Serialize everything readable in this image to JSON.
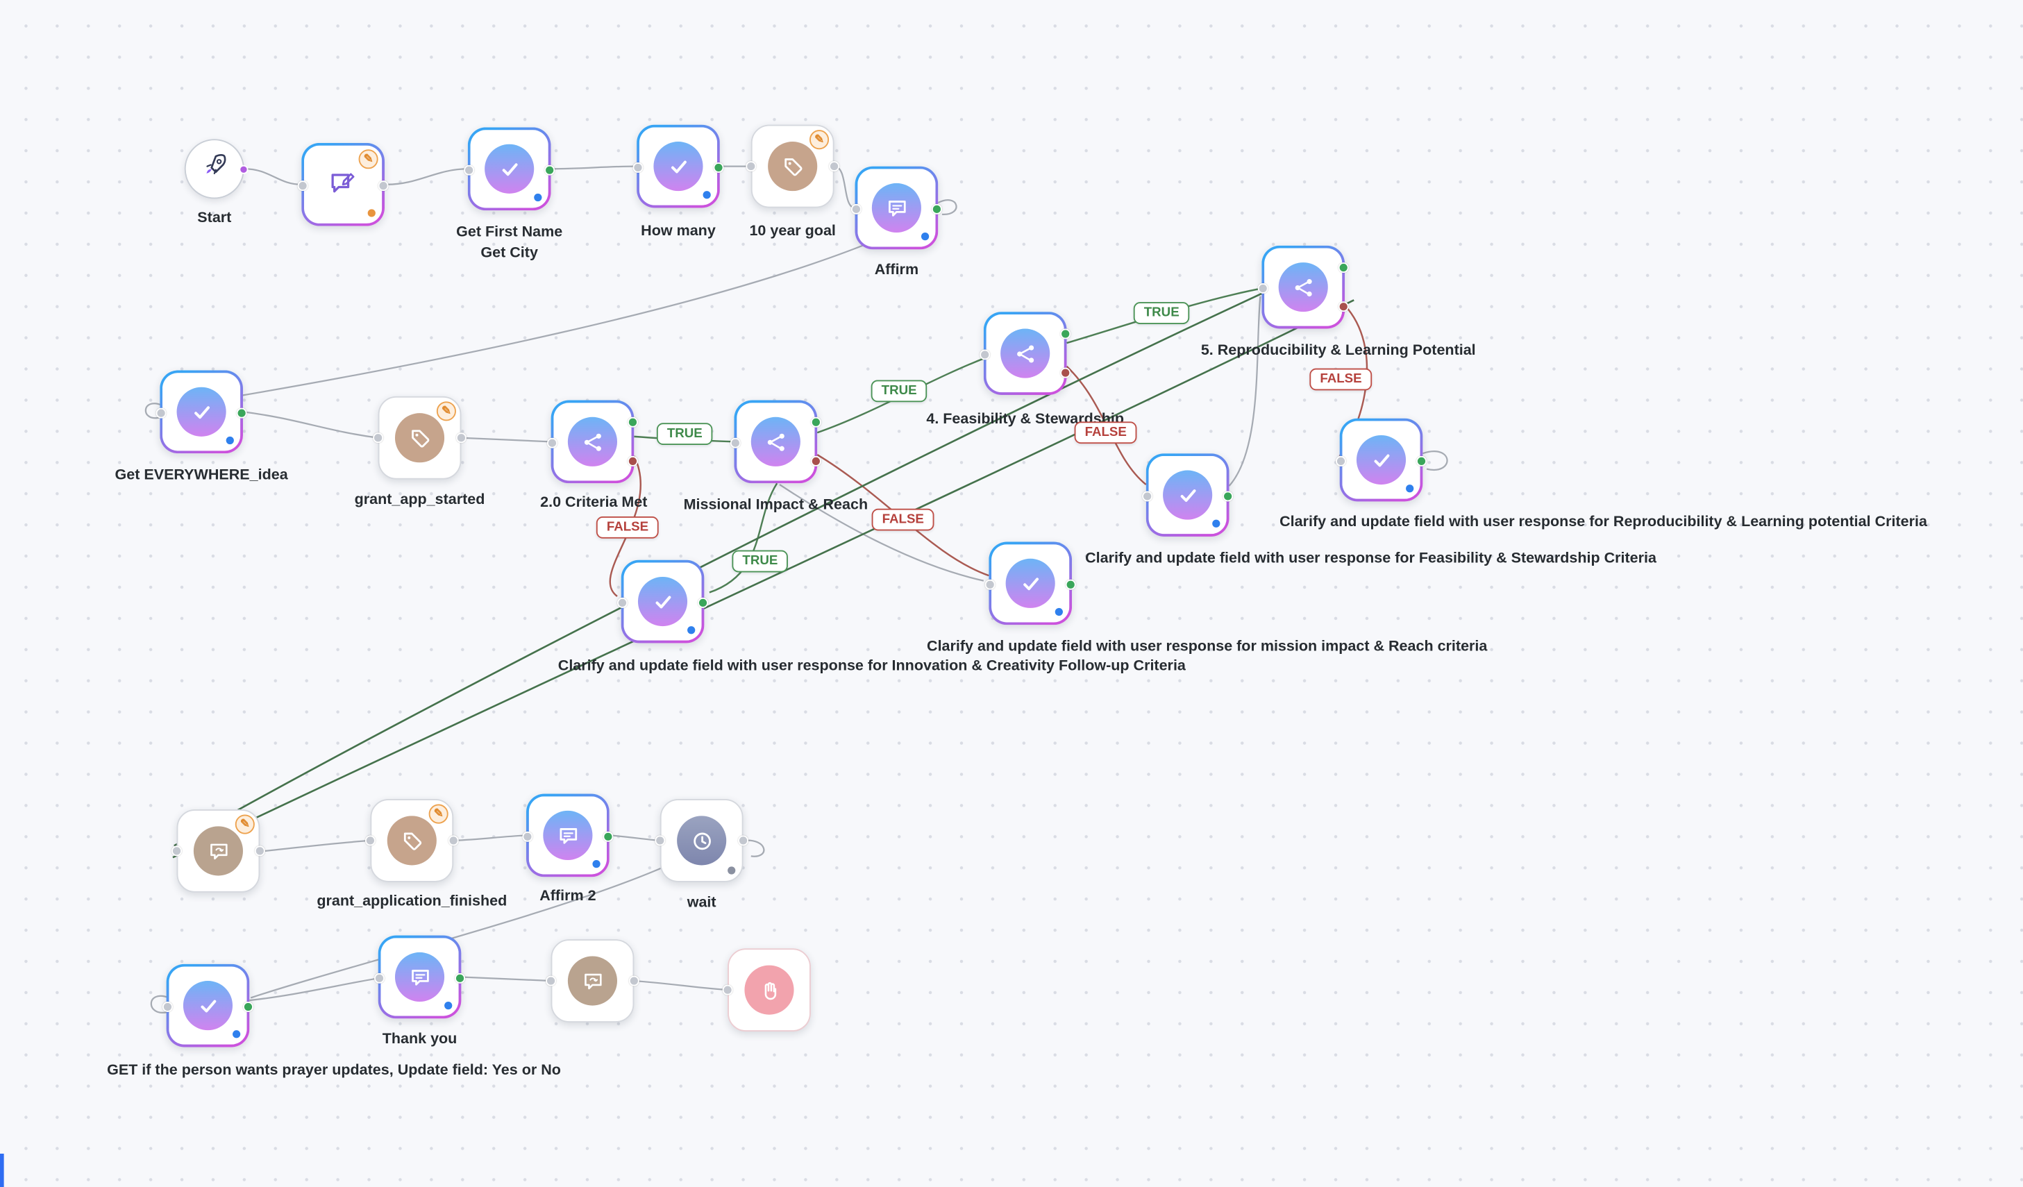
{
  "app": {
    "name": "workflow-builder-canvas"
  },
  "canvas": {
    "background": "#f7f8fb",
    "dot_color": "#d9dce4"
  },
  "colors": {
    "true_branch": "#3f8a4a",
    "false_branch": "#b5413c",
    "edge_gray": "#a6abb3",
    "node_border_blue": "#38a4f4",
    "node_border_purple": "#cb52dd",
    "icon_gradient_top": "#6db4f6",
    "icon_gradient_bottom": "#d083ef",
    "tan_icon": "#c6a48c",
    "badge_orange": "#eda24e",
    "status_dot_blue": "#2f80ed",
    "stop_pink": "#f2a3ad"
  },
  "nodes": [
    {
      "id": "start",
      "icon": "rocket-icon",
      "label": "Start"
    },
    {
      "id": "message-capture",
      "icon": "chat-compose-icon",
      "label": ""
    },
    {
      "id": "get-first-name-city",
      "icon": "check-icon",
      "label": "Get First Name\nGet City"
    },
    {
      "id": "how-many",
      "icon": "check-icon",
      "label": "How many"
    },
    {
      "id": "ten-year-goal",
      "icon": "tag-icon",
      "label": "10 year goal"
    },
    {
      "id": "affirm",
      "icon": "message-icon",
      "label": "Affirm"
    },
    {
      "id": "get-everywhere-idea",
      "icon": "check-icon",
      "label": "Get EVERYWHERE_idea"
    },
    {
      "id": "grant-app-started",
      "icon": "tag-icon",
      "label": "grant_app_started"
    },
    {
      "id": "criteria-met",
      "icon": "condition-icon",
      "label": "2.0 Criteria Met"
    },
    {
      "id": "missional-impact-reach",
      "icon": "condition-icon",
      "label": "Missional Impact & Reach"
    },
    {
      "id": "feasibility-stewardship",
      "icon": "condition-icon",
      "label": "4. Feasibility & Stewardship"
    },
    {
      "id": "reproducibility-learning",
      "icon": "condition-icon",
      "label": "5. Reproducibility & Learning Potential"
    },
    {
      "id": "clarify-feasibility",
      "icon": "check-icon",
      "label": "Clarify and update field with user response for Feasibility & Stewardship Criteria"
    },
    {
      "id": "clarify-reproducibility",
      "icon": "check-icon",
      "label": "Clarify and update field with user response for Reproducibility & Learning potential Criteria"
    },
    {
      "id": "clarify-innovation",
      "icon": "check-icon",
      "label": "Clarify and update field with user response for Innovation & Creativity Follow-up Criteria"
    },
    {
      "id": "clarify-mission-impact",
      "icon": "check-icon",
      "label": "Clarify and update field with user response for mission impact & Reach criteria"
    },
    {
      "id": "message-capture-2",
      "icon": "chat-refresh-icon",
      "label": ""
    },
    {
      "id": "grant-application-finished",
      "icon": "tag-icon",
      "label": "grant_application_finished"
    },
    {
      "id": "affirm-2",
      "icon": "message-icon",
      "label": "Affirm 2"
    },
    {
      "id": "wait",
      "icon": "clock-icon",
      "label": "wait"
    },
    {
      "id": "get-prayer-updates",
      "icon": "check-icon",
      "label": "GET if the person wants prayer updates, Update field: Yes or No"
    },
    {
      "id": "thank-you",
      "icon": "message-icon",
      "label": "Thank you"
    },
    {
      "id": "message-tan",
      "icon": "chat-refresh-icon",
      "label": ""
    },
    {
      "id": "stop",
      "icon": "hand-icon",
      "label": ""
    }
  ],
  "edge_labels": [
    {
      "text": "TRUE"
    },
    {
      "text": "FALSE"
    },
    {
      "text": "TRUE"
    },
    {
      "text": "TRUE"
    },
    {
      "text": "FALSE"
    },
    {
      "text": "TRUE"
    },
    {
      "text": "FALSE"
    },
    {
      "text": "FALSE"
    }
  ]
}
